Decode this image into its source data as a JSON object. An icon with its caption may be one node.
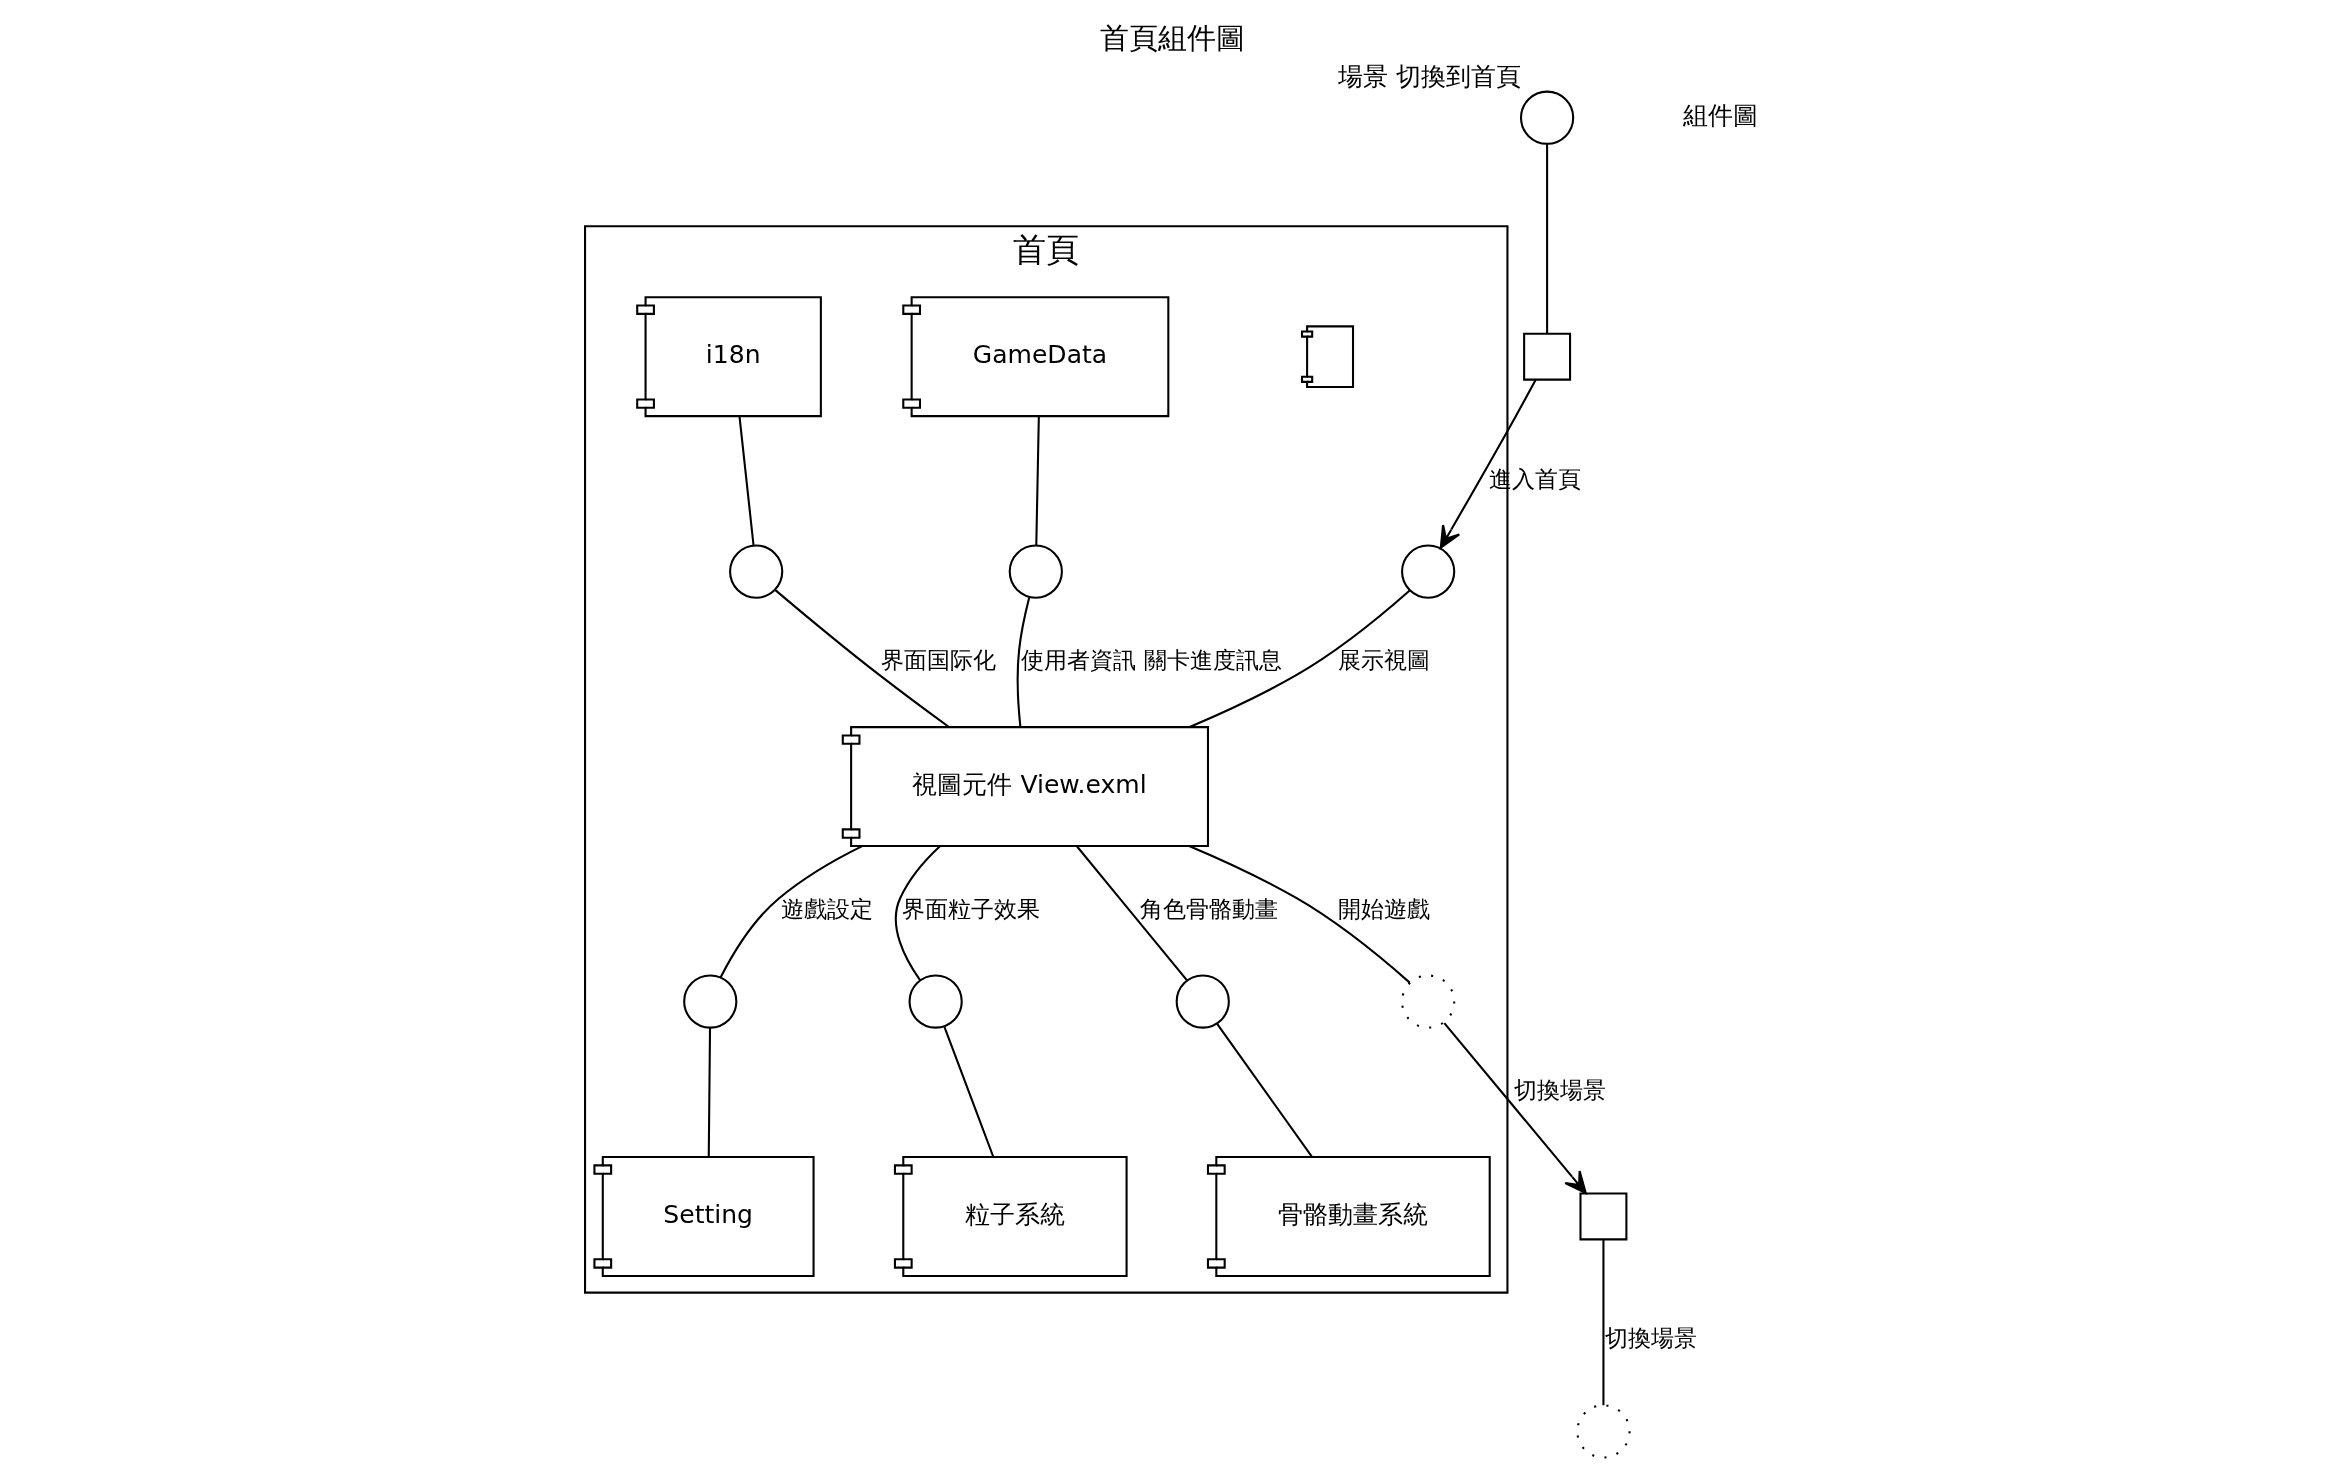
{
  "diagram": {
    "title": "首頁組件圖",
    "nodes": [
      {
        "text": [
          "首頁"
        ]
      },
      {
        "text": [
          "GameData"
        ],
        "in": 0
      },
      {
        "text": [
          "i18n"
        ],
        "in": 0
      },
      {
        "text": [
          "視圖元件 View.exml"
        ],
        "in": 0
      },
      {
        "text": [
          "Setting"
        ],
        "in": 0
      },
      {
        "text": [
          "粒子系統"
        ],
        "in": 0
      },
      {
        "text": [
          "骨骼動畫系統"
        ],
        "in": 0
      },
      {
        "text": [],
        "shape": "circle",
        "beside": [
          "場景 切換到首頁"
        ]
      },
      {
        "text": [],
        "shape": "box"
      },
      {
        "text": [],
        "shape": "circle",
        "in": 0
      },
      {
        "text": [],
        "shape": "circle",
        "in": 0
      },
      {
        "text": [],
        "shape": "circle",
        "in": 0
      },
      {
        "text": [],
        "shape": "circle",
        "in": 0
      },
      {
        "text": [],
        "shape": "arc",
        "in": 0
      },
      {
        "text": [],
        "shape": "box"
      },
      {
        "text": [],
        "shape": "arc"
      },
      {
        "text": [],
        "shape": "circle",
        "in": 0
      },
      {
        "text": [],
        "shape": "circle",
        "in": 0
      }
    ],
    "edges": [
      {
        "from": 7,
        "to": 8,
        "arrow": "none"
      },
      {
        "from": 8,
        "to": 9,
        "arrow": "to",
        "label": "進入首頁"
      },
      {
        "from": 9,
        "to": 3,
        "arrow": "none",
        "label": "展示視圖"
      },
      {
        "from": 1,
        "to": 10,
        "arrow": "none"
      },
      {
        "from": 10,
        "to": 3,
        "arrow": "none",
        "label": "使用者資訊 關卡進度訊息"
      },
      {
        "from": 2,
        "to": 11,
        "arrow": "none"
      },
      {
        "from": 11,
        "to": 3,
        "arrow": "none",
        "label": "界面国际化"
      },
      {
        "from": 3,
        "to": 12,
        "arrow": "none",
        "label": "遊戲設定"
      },
      {
        "from": 12,
        "to": 4,
        "arrow": "none"
      },
      {
        "from": 3,
        "to": 13,
        "arrow": "none",
        "label": "開始遊戲"
      },
      {
        "from": 13,
        "to": 14,
        "arrow": "to",
        "label": "切換場景"
      },
      {
        "from": 14,
        "to": 15,
        "arrow": "none",
        "label": "切換場景"
      },
      {
        "from": 3,
        "to": 16,
        "arrow": "none",
        "label": "界面粒子效果"
      },
      {
        "from": 16,
        "to": 5,
        "arrow": "none"
      },
      {
        "from": 3,
        "to": 17,
        "arrow": "none",
        "label": "角色骨骼動畫"
      },
      {
        "from": 17,
        "to": 6,
        "arrow": "none"
      }
    ],
    "labels": [
      "組件圖"
    ]
  }
}
